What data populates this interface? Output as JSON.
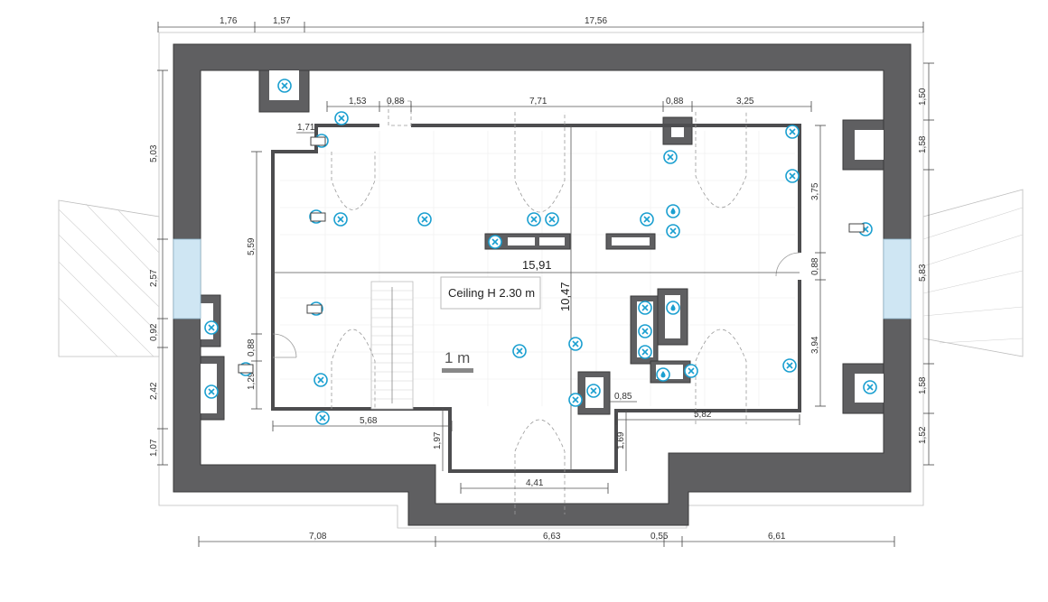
{
  "plan": {
    "ceiling_label": "Ceiling H 2.30 m",
    "scale_label": "1 m",
    "main_width": "15,91",
    "main_depth": "10,47"
  },
  "dims": {
    "top": [
      "1,76",
      "1,57",
      "17,56"
    ],
    "inner_top": [
      "1,53",
      "0,88",
      "7,71",
      "0,88",
      "3,25"
    ],
    "bottom": [
      "7,08",
      "6,63",
      "0,55",
      "6,61"
    ],
    "left": [
      "5,03",
      "2,57",
      "0,92",
      "2,42",
      "1,07"
    ],
    "right": [
      "1,50",
      "1,58",
      "5,83",
      "1,58",
      "1,52"
    ],
    "right_inner": [
      "3,75",
      "0,88",
      "3,94"
    ],
    "left_inner": [
      "5,59",
      "0,88",
      "1,29"
    ],
    "misc": [
      "1,71",
      "5,68",
      "5,82",
      "4,41",
      "1,97",
      "1,69",
      "0,85"
    ]
  },
  "icons": {
    "fan_name": "ceiling-fan-icon",
    "drop_name": "water-drop-icon",
    "light_name": "wall-light-icon"
  }
}
